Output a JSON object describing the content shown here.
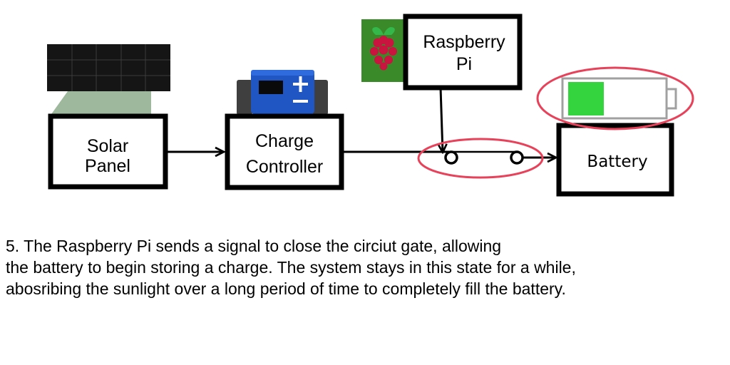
{
  "nodes": {
    "solar_panel": {
      "line1": "Solar",
      "line2": "Panel"
    },
    "charge_controller": {
      "line1": "Charge",
      "line2": "Controller"
    },
    "raspberry_pi": {
      "line1": "Raspberry",
      "line2": "Pi"
    },
    "battery": {
      "label": "Battery"
    }
  },
  "caption": {
    "line1": "5. The Raspberry Pi sends a signal to close the circiut gate, allowing",
    "line2": "the battery to begin storing a charge. The system stays in this state for a while,",
    "line3": "abosribing the sunlight over a long period of time to completely fill the battery."
  },
  "colors": {
    "highlight": "#e8425a",
    "battery_fill": "#33d43d",
    "raspberry_bg": "#3a8a2a",
    "controller_blue": "#1f56c4",
    "solar_dark": "#151515",
    "solar_stand": "#9db89c"
  },
  "icons": {
    "solar": "solar-panel-icon",
    "controller": "charge-controller-icon",
    "raspberry": "raspberry-pi-logo-icon",
    "battery": "battery-level-icon"
  }
}
